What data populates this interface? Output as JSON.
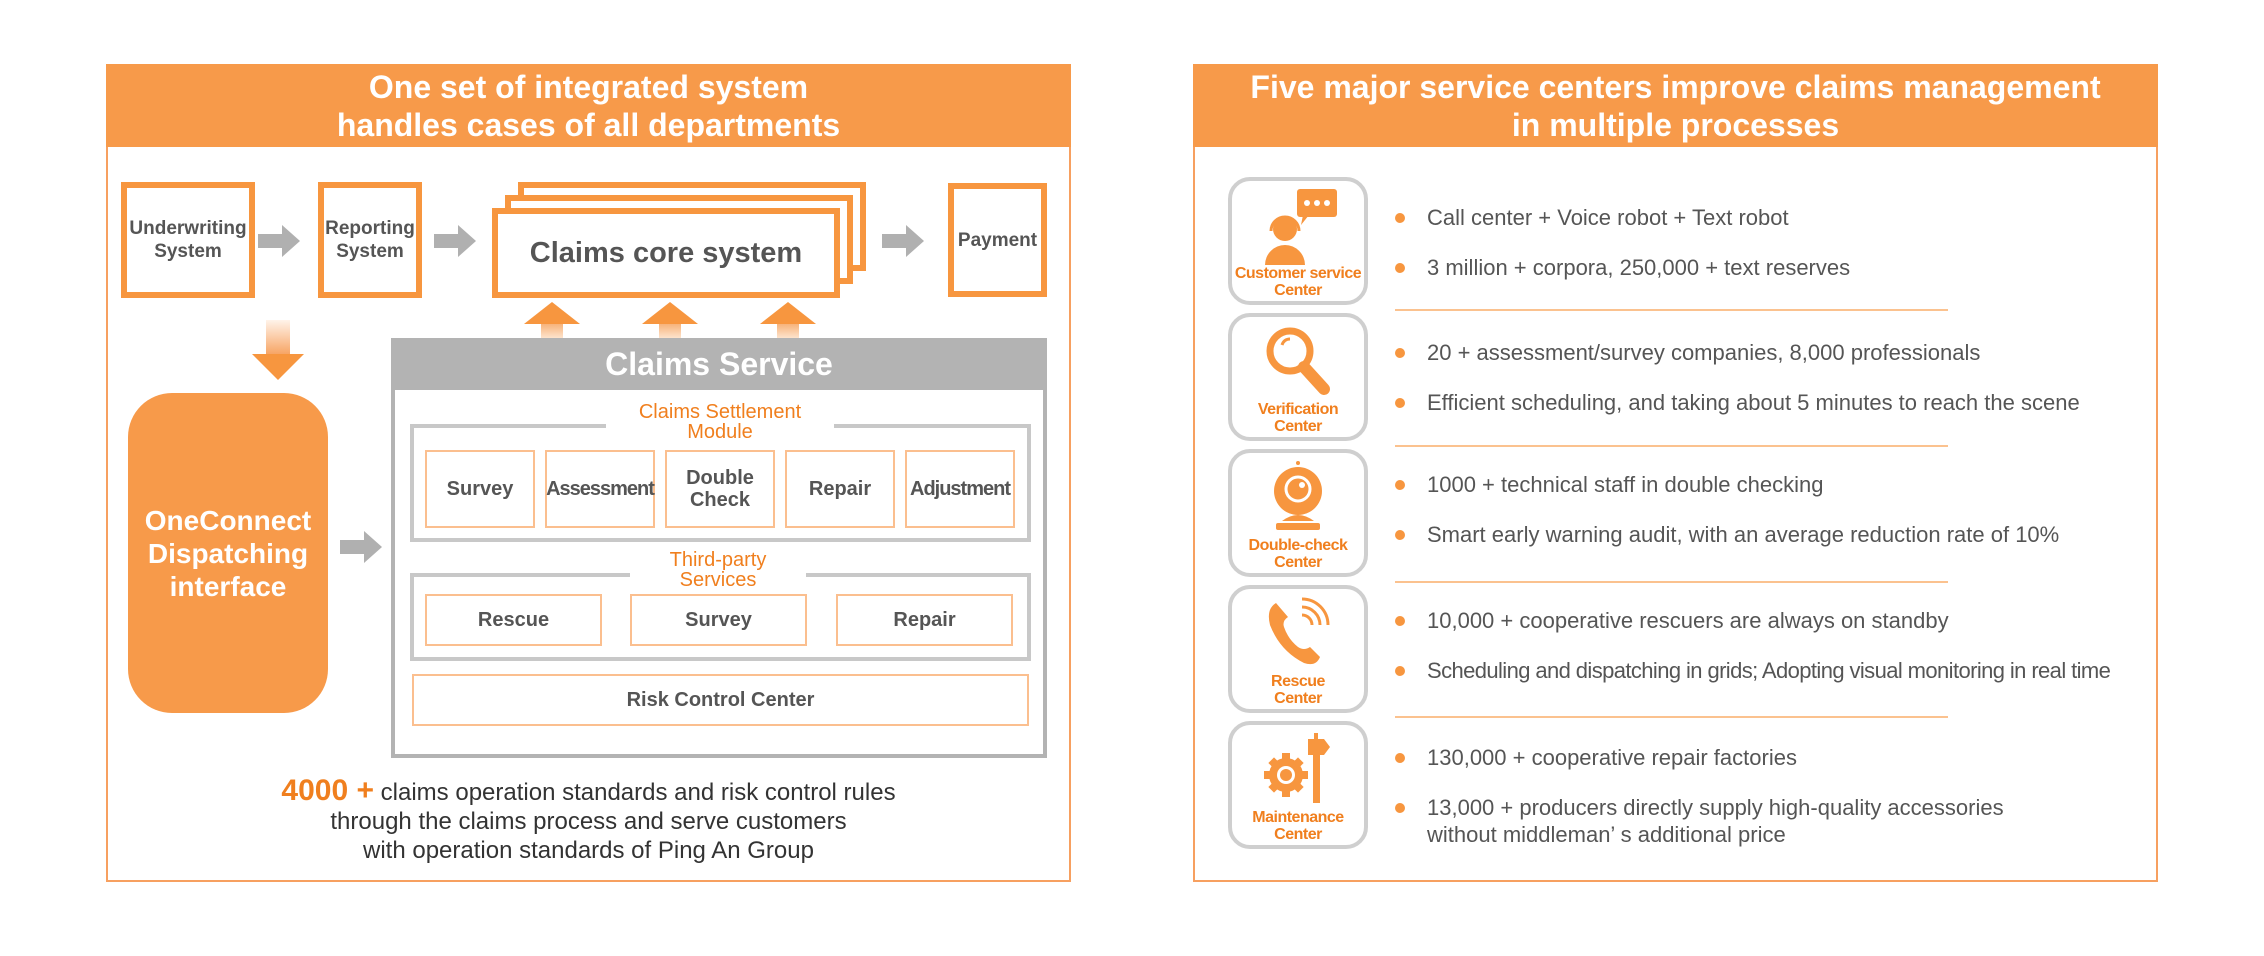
{
  "left_panel": {
    "title_line1": "One set of integrated system",
    "title_line2": "handles cases of all departments",
    "flow": {
      "underwriting_l1": "Underwriting",
      "underwriting_l2": "System",
      "reporting_l1": "Reporting",
      "reporting_l2": "System",
      "core": "Claims core system",
      "payment": "Payment"
    },
    "dispatch_l1": "OneConnect",
    "dispatch_l2": "Dispatching",
    "dispatch_l3": "interface",
    "claims_service": {
      "title": "Claims Service",
      "settlement_title_l1": "Claims Settlement",
      "settlement_title_l2": "Module",
      "settlement_items": [
        "Survey",
        "Assessment",
        "Double Check",
        "Repair",
        "Adjustment"
      ],
      "third_party_title_l1": "Third-party",
      "third_party_title_l2": "Services",
      "third_party_items": [
        "Rescue",
        "Survey",
        "Repair"
      ],
      "risk_control": "Risk Control Center"
    },
    "footer": {
      "highlight": "4000 +",
      "line1_rest": " claims operation standards and risk control rules",
      "line2": "through the claims process and serve customers",
      "line3": "with operation standards of Ping An Group"
    }
  },
  "right_panel": {
    "title_line1": "Five major service centers improve claims management",
    "title_line2": "in multiple processes",
    "centers": [
      {
        "icon": "customer-service-icon",
        "label_l1": "Customer service",
        "label_l2": "Center",
        "bullets": [
          "Call center + Voice robot + Text robot",
          "3 million + corpora, 250,000 + text reserves"
        ]
      },
      {
        "icon": "magnifier-icon",
        "label_l1": "Verification",
        "label_l2": "Center",
        "bullets": [
          "20 + assessment/survey companies, 8,000 professionals",
          "Efficient scheduling, and taking about 5 minutes to reach the scene"
        ]
      },
      {
        "icon": "webcam-icon",
        "label_l1": "Double-check",
        "label_l2": "Center",
        "bullets": [
          "1000 + technical staff in double checking",
          "Smart early warning audit, with an average reduction rate of 10%"
        ]
      },
      {
        "icon": "phone-icon",
        "label_l1": "Rescue",
        "label_l2": "Center",
        "bullets": [
          "10,000 + cooperative rescuers are always on standby",
          "Scheduling and dispatching in grids; Adopting visual monitoring in real time"
        ]
      },
      {
        "icon": "gear-hammer-icon",
        "label_l1": "Maintenance",
        "label_l2": "Center",
        "bullets": [
          "130,000 + cooperative repair factories",
          "13,000 + producers directly supply high-quality accessories without middleman’ s additional price"
        ]
      }
    ]
  },
  "colors": {
    "accent_orange": "#f79a4a",
    "text_orange": "#f07f1e",
    "gray": "#b3b3b3",
    "text_dark": "#555555"
  }
}
